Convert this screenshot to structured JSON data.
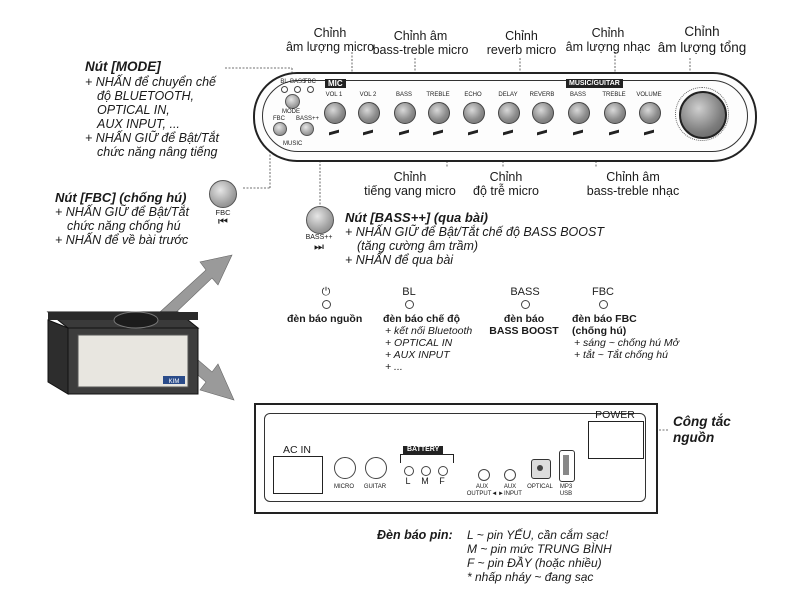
{
  "callouts_top": {
    "vol_micro": [
      "Chỉnh",
      "âm lượng micro"
    ],
    "bass_treble_micro": [
      "Chỉnh âm",
      "bass-treble micro"
    ],
    "reverb_micro": [
      "Chỉnh",
      "reverb micro"
    ],
    "vol_music": [
      "Chỉnh",
      "âm lượng nhạc"
    ],
    "vol_master": [
      "Chỉnh",
      "âm lượng tổng"
    ]
  },
  "callouts_bottom": {
    "echo_micro": [
      "Chỉnh",
      "tiếng vang micro"
    ],
    "delay_micro": [
      "Chỉnh",
      "độ trễ micro"
    ],
    "bass_treble_music": [
      "Chỉnh âm",
      "bass-treble nhạc"
    ]
  },
  "mode_button": {
    "title": "Nút [MODE]",
    "lines": [
      "+ NHẤN để chuyển chế",
      "độ BLUETOOTH,",
      "OPTICAL IN,",
      "AUX INPUT, ...",
      "+ NHẤN GIỮ để Bật/Tắt",
      "chức năng nâng tiếng"
    ]
  },
  "fbc_button": {
    "title": "Nút [FBC] (chống hú)",
    "lines": [
      "+ NHẤN GIỮ để Bật/Tắt",
      "chức năng chống hú",
      "+ NHẤN để về bài trước"
    ],
    "label": "FBC",
    "symbol": "⏮"
  },
  "bass_button": {
    "title": "Nút [BASS++] (qua bài)",
    "lines": [
      "+ NHẤN GIỮ để Bật/Tắt chế độ BASS BOOST",
      "(tăng cường âm trầm)",
      "+ NHẤN để qua bài"
    ],
    "label": "BASS++",
    "symbol": "⏭"
  },
  "panel": {
    "mic_tag": "MIC",
    "music_tag": "MUSIC/GUITAR",
    "knobs": [
      "VOL 1",
      "VOL 2",
      "BASS",
      "TREBLE",
      "ECHO",
      "DELAY",
      "REVERB",
      "BASS",
      "TREBLE",
      "VOLUME"
    ],
    "small_leds": [
      "BL",
      "BASS",
      "FBC"
    ],
    "mode_label": "MODE",
    "fbc_label": "FBC",
    "bass_label": "BASS++",
    "music_label": "MUSIC"
  },
  "indicators": [
    {
      "icon": "⏻",
      "title": "đèn báo nguồn",
      "subtitle": "",
      "items": []
    },
    {
      "icon": "BL",
      "title": "đèn báo chế độ",
      "subtitle": "",
      "items": [
        "+ kết nối Bluetooth",
        "+ OPTICAL IN",
        "+ AUX INPUT",
        "+ ..."
      ]
    },
    {
      "icon": "BASS",
      "title": "đèn báo",
      "subtitle": "BASS BOOST",
      "items": []
    },
    {
      "icon": "FBC",
      "title": "đèn báo FBC",
      "subtitle": "(chống hú)",
      "items": [
        "+ sáng ~ chống hú Mở",
        "+ tắt ~ Tắt chống hú"
      ]
    }
  ],
  "rear_panel": {
    "ac_in": "AC IN",
    "micro": "MICRO",
    "guitar": "GUITAR",
    "battery": "BATTERY",
    "battery_leds": [
      "L",
      "M",
      "F"
    ],
    "aux_output": [
      "AUX",
      "OUTPUT◄"
    ],
    "aux_input": [
      "AUX",
      "►INPUT"
    ],
    "optical": "OPTICAL",
    "mp3_usb": [
      "MP3",
      "USB"
    ],
    "power": "POWER"
  },
  "power_switch": [
    "Công tắc",
    "nguồn"
  ],
  "battery_legend": {
    "title": "Đèn báo pin:",
    "lines": [
      "L ~ pin YẾU, cần cắm sạc!",
      "M ~ pin mức TRUNG BÌNH",
      "F ~ pin ĐẦY (hoặc nhiều)",
      "* nhấp nháy ~ đang sạc"
    ]
  },
  "speaker_brand": "KIM"
}
